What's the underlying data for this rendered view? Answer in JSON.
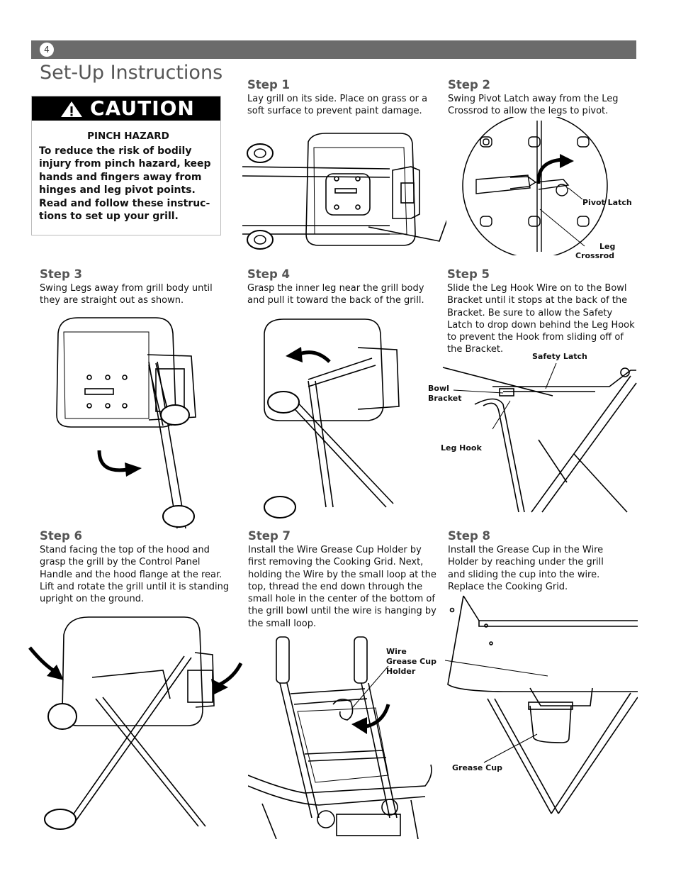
{
  "header": {
    "page_number": "4",
    "title": "Set-Up Instructions"
  },
  "caution": {
    "heading": "CAUTION",
    "hazard": "PINCH HAZARD",
    "lines": [
      "To reduce the risk of bodily",
      "injury from pinch hazard, keep",
      "hands and fingers away from",
      "hinges and leg pivot points.",
      "Read and follow these instruc-",
      "tions to set up your grill."
    ]
  },
  "steps": [
    {
      "label": "Step 1",
      "text": "Lay grill on its side. Place on grass or a soft surface to prevent paint damage."
    },
    {
      "label": "Step 2",
      "text": "Swing Pivot Latch away from the Leg Crossrod to allow the legs to pivot."
    },
    {
      "label": "Step 3",
      "text": "Swing Legs away from grill body until they are straight out as shown."
    },
    {
      "label": "Step 4",
      "text": "Grasp the inner leg near the grill body and pull it toward the back of the grill."
    },
    {
      "label": "Step 5",
      "text": "Slide the Leg Hook Wire on to the Bowl Bracket until it stops at the back of the Bracket. Be sure to allow the Safety Latch to drop down behind the Leg Hook to prevent the Hook from sliding off of the Bracket."
    },
    {
      "label": "Step 6",
      "text": "Stand facing the top of the hood and grasp the grill by the Control Panel Handle and the hood flange at the rear. Lift and rotate the grill until it is standing upright on the ground."
    },
    {
      "label": "Step 7",
      "text": "Install the Wire Grease Cup Holder by first removing the Cooking Grid. Next, holding the Wire by the small loop at the top, thread the end down through the small hole in the center of the bottom of the grill bowl until the wire is hanging by the small loop."
    },
    {
      "label": "Step 8",
      "text": "Install the Grease Cup in the Wire Holder by reaching under the grill and sliding the cup into the wire. Replace the Cooking Grid."
    }
  ],
  "callouts": {
    "pivot_latch": "Pivot Latch",
    "leg": "Leg",
    "crossrod": "Crossrod",
    "safety_latch": "Safety Latch",
    "bowl": "Bowl",
    "bracket": "Bracket",
    "leg_hook": "Leg Hook",
    "wire": "Wire",
    "grease_cup_holder_1": "Grease Cup",
    "grease_cup_holder_2": "Holder",
    "grease_cup": "Grease Cup"
  }
}
